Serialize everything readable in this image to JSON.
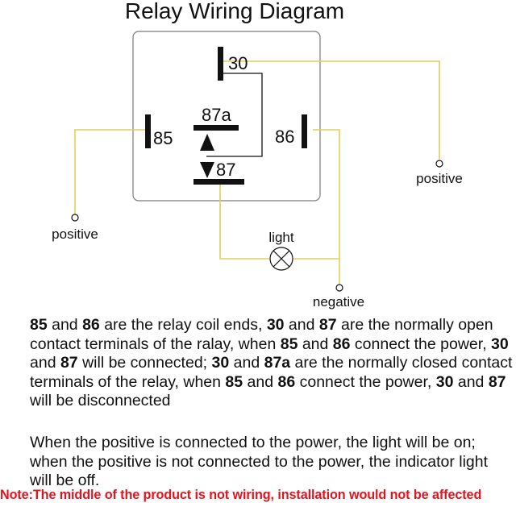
{
  "title": "Relay Wiring Diagram",
  "colors": {
    "wire": "#e3cf5a",
    "relay_border": "#7a7a7a",
    "terminal": "#111111",
    "note": "#e0141e"
  },
  "terminals": {
    "t30": "30",
    "t85": "85",
    "t86": "86",
    "t87": "87",
    "t87a": "87a"
  },
  "labels": {
    "positive_left": "positive",
    "positive_right": "positive",
    "light": "light",
    "negative": "negative"
  },
  "description_1": [
    {
      "t": "85",
      "b": true
    },
    {
      "t": " and ",
      "b": false
    },
    {
      "t": "86",
      "b": true
    },
    {
      "t": " are the relay coil ends, ",
      "b": false
    },
    {
      "t": "30",
      "b": true
    },
    {
      "t": " and ",
      "b": false
    },
    {
      "t": "87",
      "b": true
    },
    {
      "t": " are the normally open contact terminals of the ralay, when ",
      "b": false
    },
    {
      "t": "85",
      "b": true
    },
    {
      "t": " and ",
      "b": false
    },
    {
      "t": "86",
      "b": true
    },
    {
      "t": " connect the power, ",
      "b": false
    },
    {
      "t": "30",
      "b": true
    },
    {
      "t": " and ",
      "b": false
    },
    {
      "t": "87",
      "b": true
    },
    {
      "t": " will be connected; ",
      "b": false
    },
    {
      "t": "30",
      "b": true
    },
    {
      "t": " and ",
      "b": false
    },
    {
      "t": "87a",
      "b": true
    },
    {
      "t": " are the normally closed contact terminals of the relay, when ",
      "b": false
    },
    {
      "t": "85",
      "b": true
    },
    {
      "t": " and ",
      "b": false
    },
    {
      "t": "86",
      "b": true
    },
    {
      "t": " connect the power, ",
      "b": false
    },
    {
      "t": "30",
      "b": true
    },
    {
      "t": " and ",
      "b": false
    },
    {
      "t": "87",
      "b": true
    },
    {
      "t": " will be disconnected",
      "b": false
    }
  ],
  "description_2": "When the positive is connected to the power, the light will be on; when the positive is not connected to the power, the indicator light will be off.",
  "note": "Note:The middle of the product is not wiring, installation would not be affected"
}
